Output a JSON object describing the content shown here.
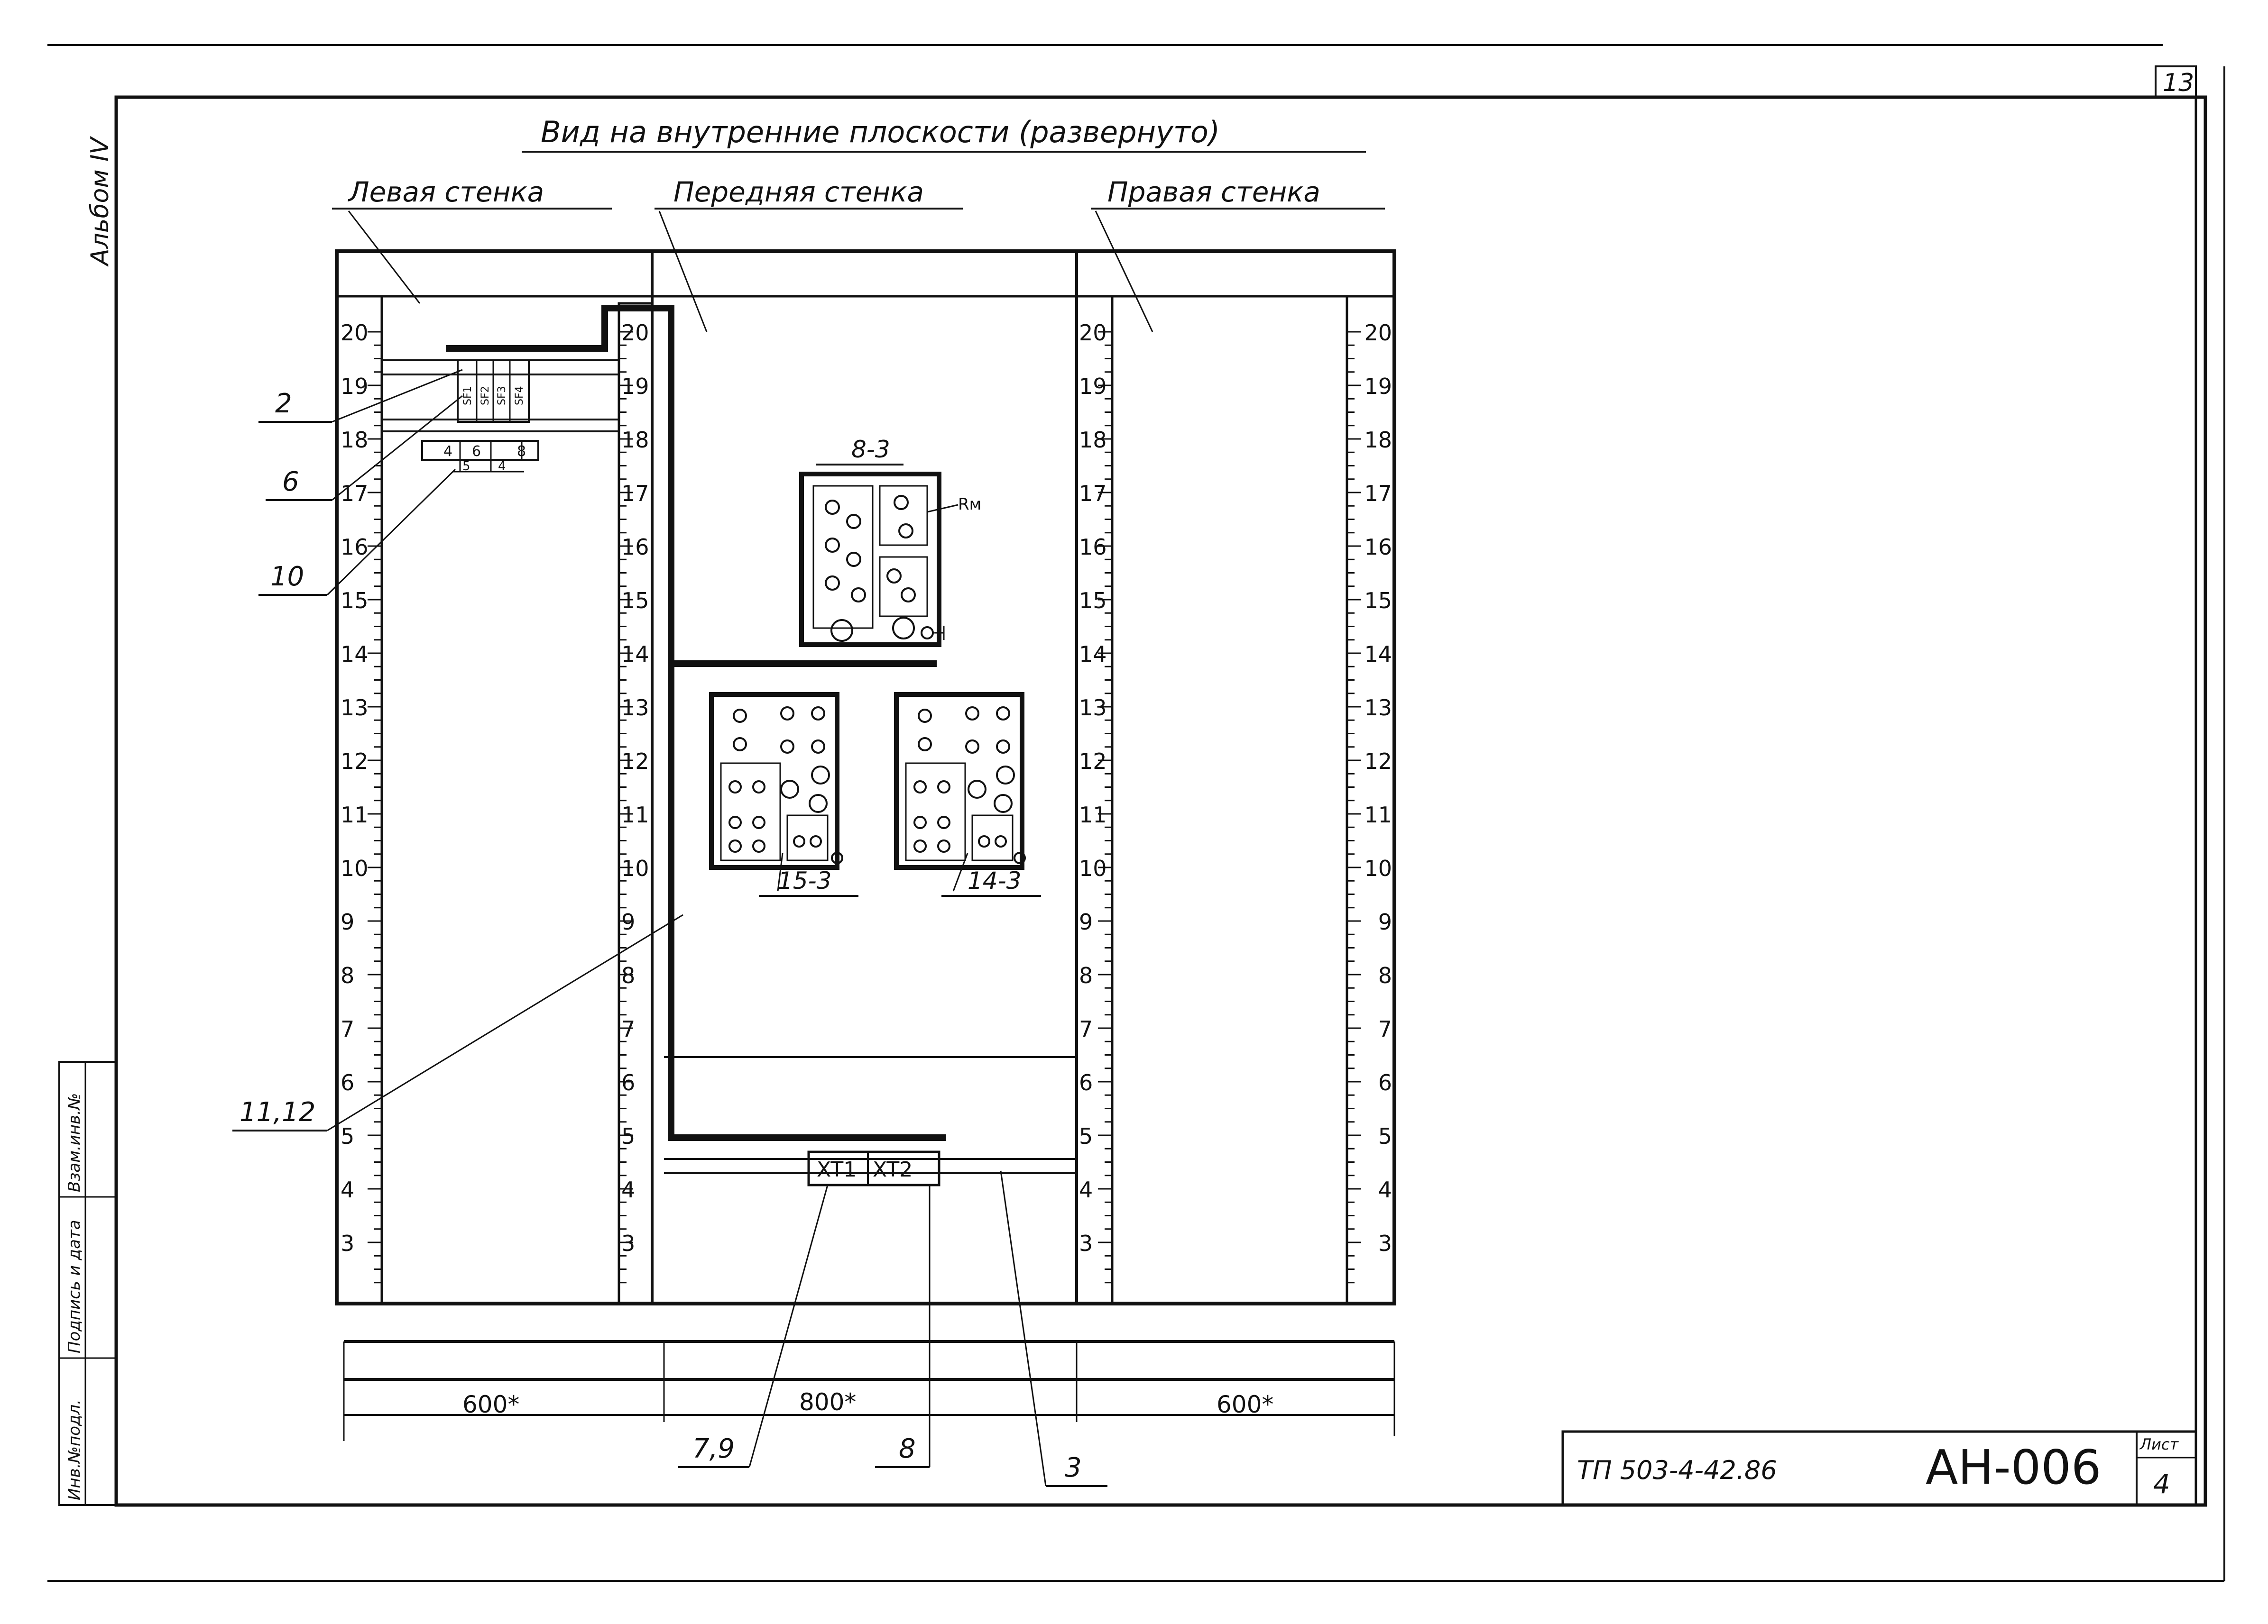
{
  "title": "Вид на внутренние плоскости (развернуто)",
  "walls": {
    "left": "Левая стенка",
    "front": "Передняя стенка",
    "right": "Правая стенка"
  },
  "scale_marks": [
    "20",
    "19",
    "18",
    "17",
    "16",
    "15",
    "14",
    "13",
    "12",
    "11",
    "10",
    "9",
    "8",
    "7",
    "6",
    "5",
    "4",
    "3"
  ],
  "callouts": {
    "c2": "2",
    "c6": "6",
    "c10": "10",
    "c1112": "11,12",
    "c79": "7,9",
    "c8": "8",
    "c3": "3"
  },
  "breakers": [
    "SF1",
    "SF2",
    "SF3",
    "SF4"
  ],
  "terminal_top": [
    "4",
    "6",
    "8"
  ],
  "terminal_bottom": [
    "5",
    "4"
  ],
  "devices": {
    "d83": {
      "label": "8-3",
      "rm": "Rм"
    },
    "d153": {
      "label": "15-3"
    },
    "d143": {
      "label": "14-3"
    }
  },
  "terminals_xt": [
    "XT1",
    "XT2"
  ],
  "dimensions": {
    "left": "600*",
    "front": "800*",
    "right": "600*"
  },
  "title_block": {
    "doc_number": "ТП 503-4-42.86",
    "code": "АН-006",
    "sheet_label": "Лист",
    "sheet": "4"
  },
  "page_number": "13",
  "side_stamp": {
    "album": "Альбом IV",
    "cells": [
      "Инв.№подл.",
      "Подпись и дата",
      "Взам.инв.№"
    ]
  }
}
